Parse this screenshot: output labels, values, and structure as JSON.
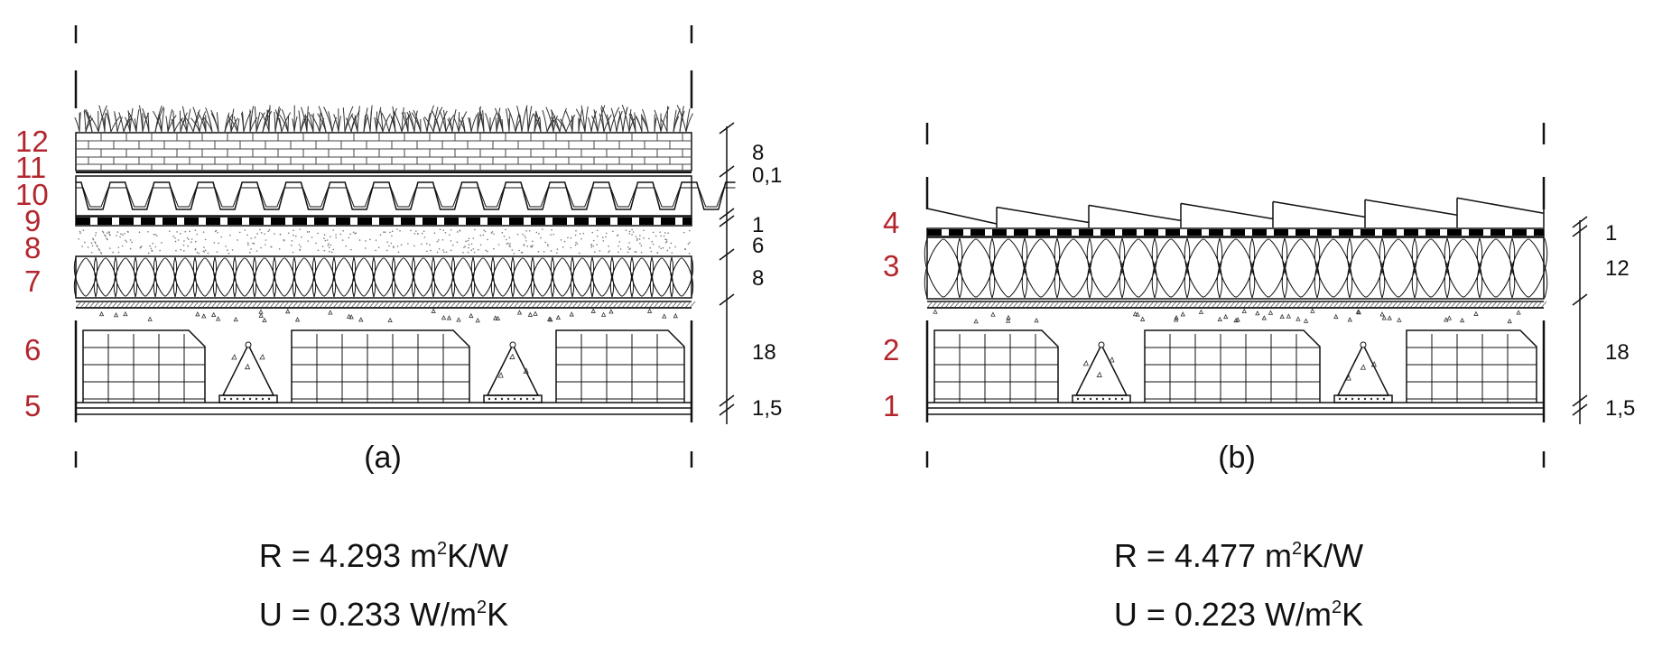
{
  "panels": [
    {
      "id": "a",
      "caption": "(a)",
      "layer_numbers": [
        "12",
        "11",
        "10",
        "9",
        "8",
        "7",
        "6",
        "5"
      ],
      "dimensions": [
        "8",
        "0,1",
        "1",
        "6",
        "8",
        "18",
        "1,5"
      ],
      "resistance": {
        "prefix": "R = 4.293 m",
        "sup": "2",
        "suffix": "K/W"
      },
      "transmittance": {
        "prefix": "U = 0.233 W/m",
        "sup": "2",
        "suffix": "K"
      }
    },
    {
      "id": "b",
      "caption": "(b)",
      "layer_numbers": [
        "4",
        "3",
        "2",
        "1"
      ],
      "dimensions": [
        "1",
        "12",
        "18",
        "1,5"
      ],
      "resistance": {
        "prefix": "R = 4.477 m",
        "sup": "2",
        "suffix": "K/W"
      },
      "transmittance": {
        "prefix": "U = 0.223 W/m",
        "sup": "2",
        "suffix": "K"
      }
    }
  ],
  "colors": {
    "label_red": "#b3262d",
    "line": "#111111"
  }
}
